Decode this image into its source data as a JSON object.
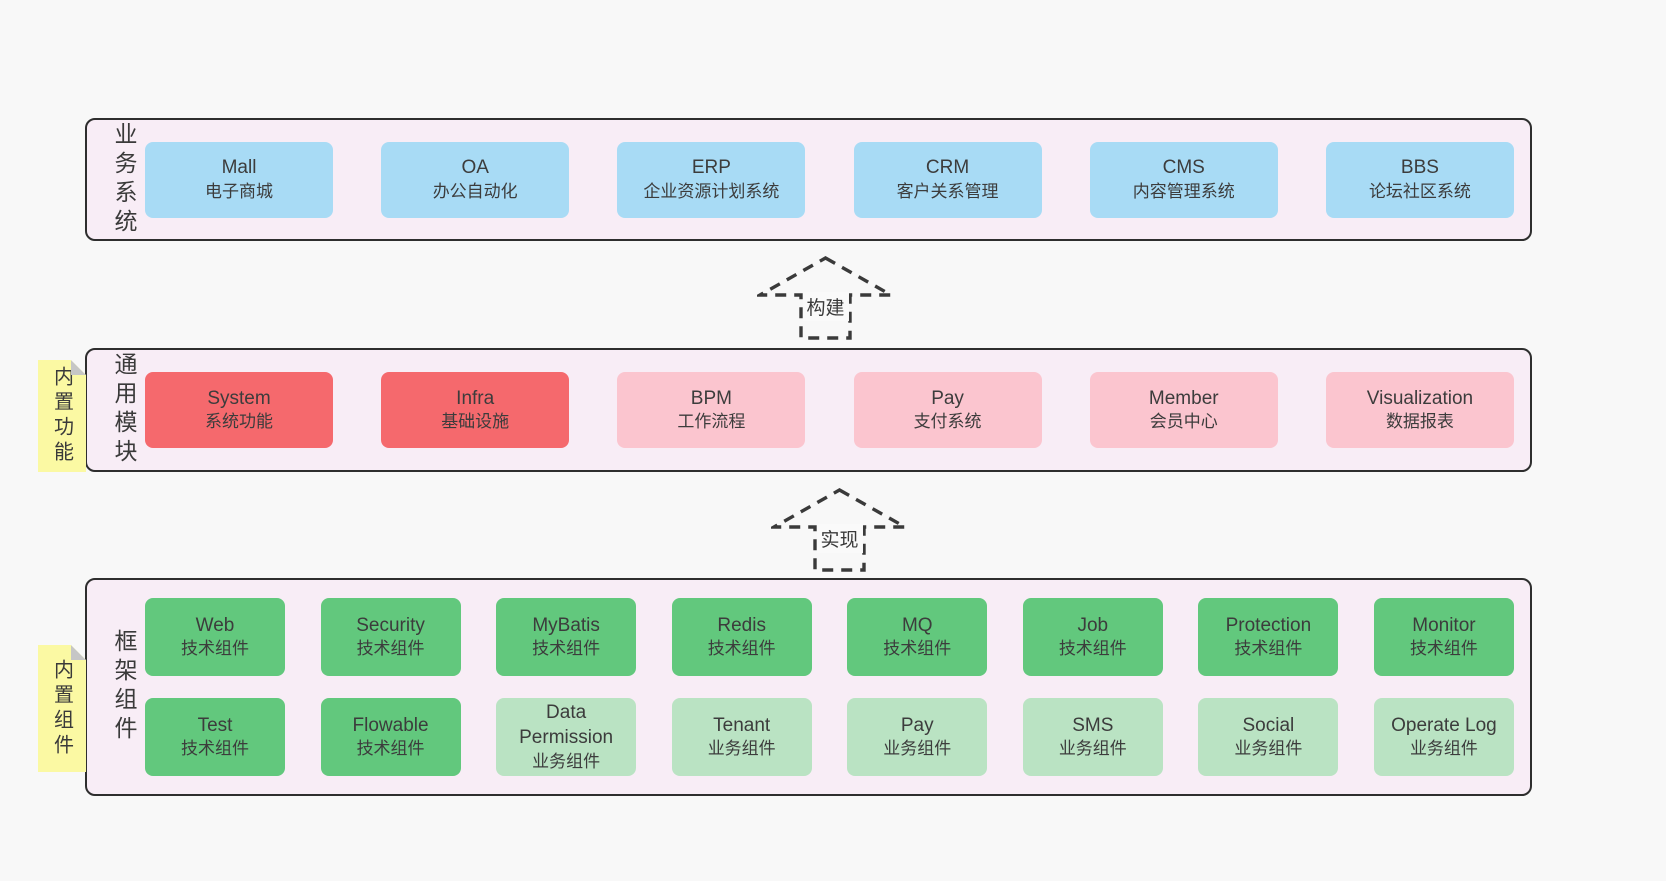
{
  "palette": {
    "blue": "#a8dbf5",
    "red": "#f5696d",
    "pink": "#fbc5cf",
    "green": "#62c87d",
    "lightgreen": "#bae3c3",
    "band_bg": "#f8edf6",
    "band_border": "#2e2e2e",
    "tag_bg": "#fbf9a3",
    "tag_fold": "#c6c6c6",
    "text": "#3c3c3c",
    "page_bg": "#f8f8f8"
  },
  "arrows": [
    {
      "label": "构建"
    },
    {
      "label": "实现"
    }
  ],
  "bands": [
    {
      "label": "业务系统",
      "tag": null,
      "rows": [
        [
          {
            "en": "Mall",
            "zh": "电子商城",
            "color": "blue"
          },
          {
            "en": "OA",
            "zh": "办公自动化",
            "color": "blue"
          },
          {
            "en": "ERP",
            "zh": "企业资源计划系统",
            "color": "blue"
          },
          {
            "en": "CRM",
            "zh": "客户关系管理",
            "color": "blue"
          },
          {
            "en": "CMS",
            "zh": "内容管理系统",
            "color": "blue"
          },
          {
            "en": "BBS",
            "zh": "论坛社区系统",
            "color": "blue"
          }
        ]
      ]
    },
    {
      "label": "通用模块",
      "tag": "内置功能",
      "rows": [
        [
          {
            "en": "System",
            "zh": "系统功能",
            "color": "red"
          },
          {
            "en": "Infra",
            "zh": "基础设施",
            "color": "red"
          },
          {
            "en": "BPM",
            "zh": "工作流程",
            "color": "pink"
          },
          {
            "en": "Pay",
            "zh": "支付系统",
            "color": "pink"
          },
          {
            "en": "Member",
            "zh": "会员中心",
            "color": "pink"
          },
          {
            "en": "Visualization",
            "zh": "数据报表",
            "color": "pink"
          }
        ]
      ]
    },
    {
      "label": "框架组件",
      "tag": "内置组件",
      "rows": [
        [
          {
            "en": "Web",
            "zh": "技术组件",
            "color": "green"
          },
          {
            "en": "Security",
            "zh": "技术组件",
            "color": "green"
          },
          {
            "en": "MyBatis",
            "zh": "技术组件",
            "color": "green"
          },
          {
            "en": "Redis",
            "zh": "技术组件",
            "color": "green"
          },
          {
            "en": "MQ",
            "zh": "技术组件",
            "color": "green"
          },
          {
            "en": "Job",
            "zh": "技术组件",
            "color": "green"
          },
          {
            "en": "Protection",
            "zh": "技术组件",
            "color": "green"
          },
          {
            "en": "Monitor",
            "zh": "技术组件",
            "color": "green"
          }
        ],
        [
          {
            "en": "Test",
            "zh": "技术组件",
            "color": "green"
          },
          {
            "en": "Flowable",
            "zh": "技术组件",
            "color": "green"
          },
          {
            "en": "Data Permission",
            "zh": "业务组件",
            "color": "lightgreen"
          },
          {
            "en": "Tenant",
            "zh": "业务组件",
            "color": "lightgreen"
          },
          {
            "en": "Pay",
            "zh": "业务组件",
            "color": "lightgreen"
          },
          {
            "en": "SMS",
            "zh": "业务组件",
            "color": "lightgreen"
          },
          {
            "en": "Social",
            "zh": "业务组件",
            "color": "lightgreen"
          },
          {
            "en": "Operate Log",
            "zh": "业务组件",
            "color": "lightgreen"
          }
        ]
      ]
    }
  ]
}
